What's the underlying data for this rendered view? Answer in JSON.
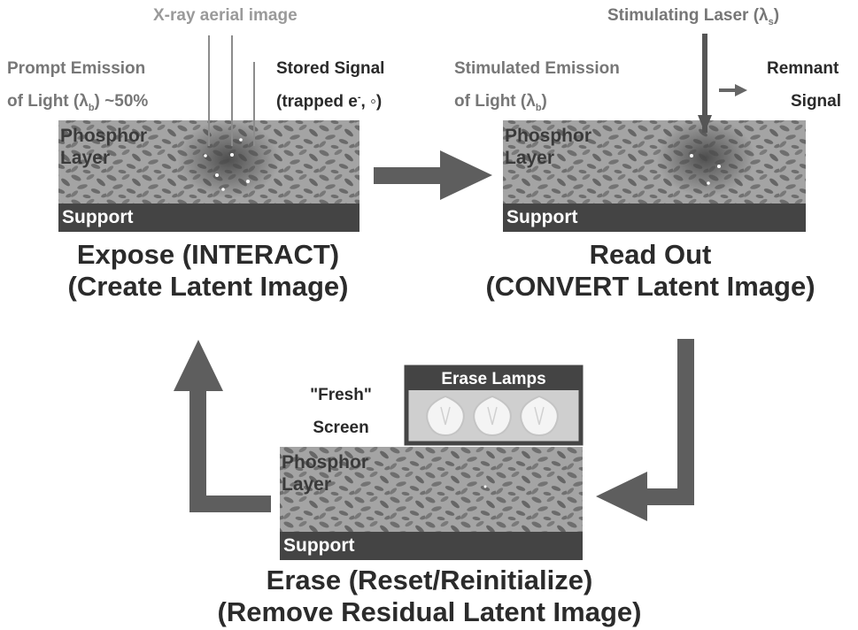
{
  "expose": {
    "xray_label": "X-ray aerial image",
    "prompt_line1": "Prompt Emission",
    "prompt_line2": "of Light (λ",
    "prompt_sub": "b",
    "prompt_tail": ") ~50%",
    "stored_line1": "Stored Signal",
    "stored_line2": "(trapped e",
    "stored_sup": "-",
    "stored_tail": ", ◦)",
    "phosphor_line1": "Phosphor",
    "phosphor_line2": "Layer",
    "support": "Support",
    "title_line1": "Expose (INTERACT)",
    "title_line2": "(Create Latent Image)"
  },
  "readout": {
    "laser_label": "Stimulating Laser (λ",
    "laser_sub": "s",
    "laser_tail": ")",
    "stim_line1": "Stimulated Emission",
    "stim_line2": "of Light (λ",
    "stim_sub": "b",
    "stim_tail": ")",
    "remnant_line1": "Remnant",
    "remnant_line2": "Signal",
    "phosphor_line1": "Phosphor",
    "phosphor_line2": "Layer",
    "support": "Support",
    "title_line1": "Read Out",
    "title_line2": "(CONVERT Latent Image)"
  },
  "erase": {
    "lamps_label": "Erase Lamps",
    "fresh_line1": "\"Fresh\"",
    "fresh_line2": "Screen",
    "phosphor_line1": "Phosphor",
    "phosphor_line2": "Layer",
    "support": "Support",
    "title_line1": "Erase (Reset/Reinitialize)",
    "title_line2": "(Remove Residual Latent Image)"
  },
  "colors": {
    "phosphor_bg": "#a4a4a4",
    "grain": "#6e6e6e",
    "support": "#444444",
    "arrow": "#5e5e5e",
    "lamp_box": "#cfcfcf"
  }
}
